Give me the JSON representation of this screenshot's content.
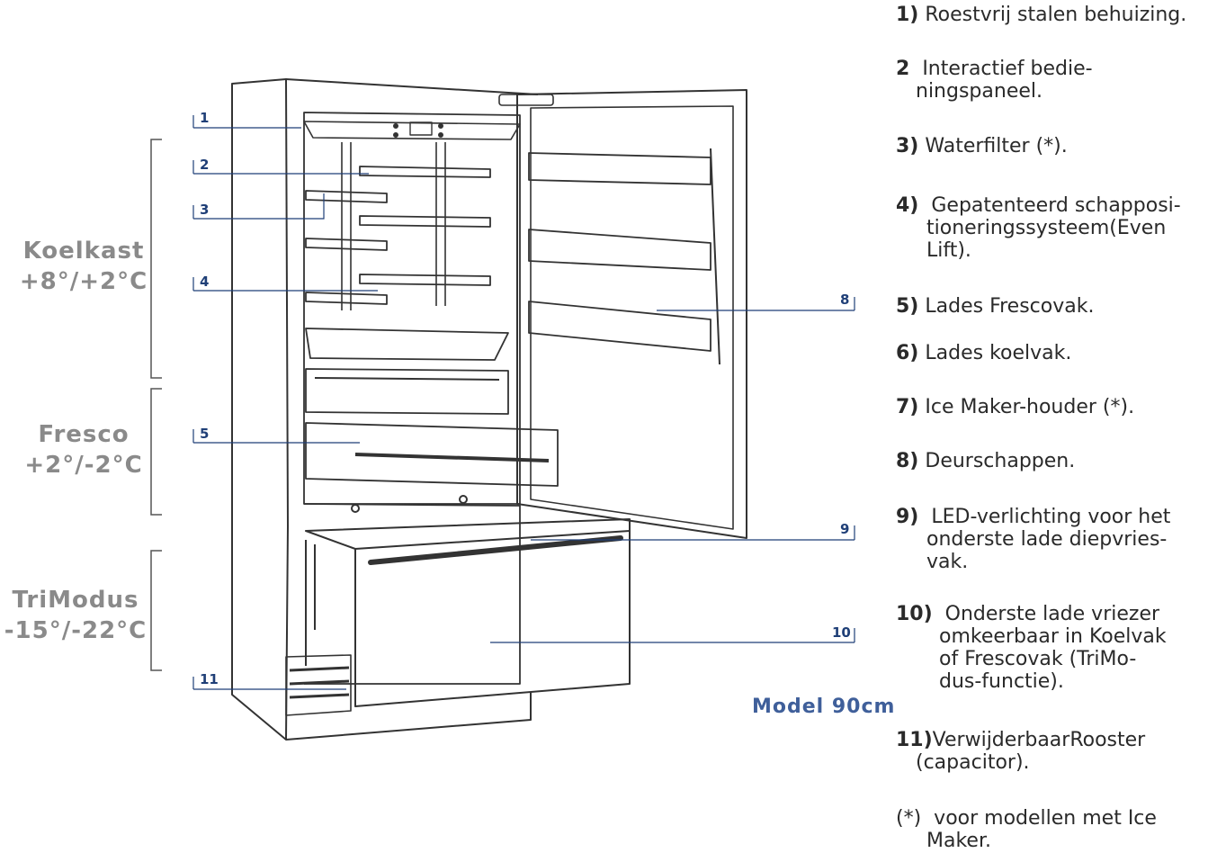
{
  "zones": [
    {
      "name": "Koelkast",
      "temp": "+8°/+2°C"
    },
    {
      "name": "Fresco",
      "temp": "+2°/-2°C"
    },
    {
      "name": "TriModus",
      "temp": "-15°/-22°C"
    }
  ],
  "callouts": [
    "1",
    "2",
    "3",
    "4",
    "5",
    "8",
    "9",
    "10",
    "11"
  ],
  "model_label": "Model 90cm",
  "legend": [
    {
      "num": "1)",
      "text": "Roestvrij stalen behuizing."
    },
    {
      "num": "2",
      "line1": "Interactief bedie-",
      "line2": "ningspaneel."
    },
    {
      "num": "3)",
      "text": "Waterfilter (*)."
    },
    {
      "num": "4)",
      "line1": "Gepatenteerd schapposi-",
      "line2": "tioneringssysteem(Even",
      "line3": "Lift)."
    },
    {
      "num": "5)",
      "text": "Lades Frescovak."
    },
    {
      "num": "6)",
      "text": "Lades koelvak."
    },
    {
      "num": "7)",
      "text": "Ice Maker-houder (*)."
    },
    {
      "num": "8)",
      "text": "Deurschappen."
    },
    {
      "num": "9)",
      "line1": "LED-verlichting voor het",
      "line2": "onderste lade diepvries-",
      "line3": "vak."
    },
    {
      "num": "10)",
      "line1": "Onderste lade vriezer",
      "line2": "omkeerbaar in Koelvak",
      "line3": "of Frescovak (TriMo-",
      "line4": "dus-functie)."
    },
    {
      "num": "11)",
      "line1": "VerwijderbaarRooster",
      "line2": "(capacitor)."
    },
    {
      "num": "(*)",
      "line1": "voor modellen met Ice",
      "line2": "Maker."
    }
  ]
}
